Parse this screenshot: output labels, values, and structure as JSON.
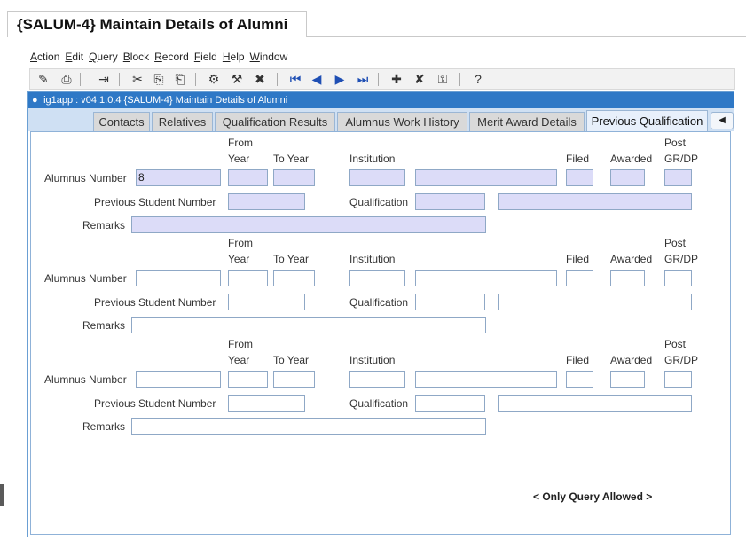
{
  "page_title": "{SALUM-4} Maintain Details of Alumni",
  "menu": [
    "Action",
    "Edit",
    "Query",
    "Block",
    "Record",
    "Field",
    "Help",
    "Window"
  ],
  "menu_underline": [
    "A",
    "E",
    "Q",
    "B",
    "R",
    "F",
    "H",
    "W"
  ],
  "toolbar_icons": [
    "save-icon",
    "print-icon",
    "exit-icon",
    "cut-icon",
    "copy-icon",
    "paste-icon",
    "enter-query-icon",
    "execute-query-icon",
    "cancel-query-icon",
    "first-record-icon",
    "previous-record-icon",
    "next-record-icon",
    "last-record-icon",
    "insert-record-icon",
    "delete-record-icon",
    "lock-record-icon",
    "help-icon"
  ],
  "window_title": "ig1app : v04.1.0.4  {SALUM-4} Maintain Details of Alumni",
  "tabs": [
    "Contacts",
    "Relatives",
    "Qualification Results",
    "Alumnus Work History",
    "Merit Award Details",
    "Previous Qualification"
  ],
  "active_tab": "Previous Qualification",
  "labels": {
    "from": "From",
    "year": "Year",
    "to_year": "To Year",
    "institution": "Institution",
    "filed": "Filed",
    "awarded": "Awarded",
    "post": "Post",
    "grdp": "GR/DP",
    "alumnus_number": "Alumnus Number",
    "previous_student_number": "Previous Student Number",
    "qualification": "Qualification",
    "remarks": "Remarks"
  },
  "records": [
    {
      "alumnus_number": "8",
      "query_mode": true
    },
    {
      "alumnus_number": "",
      "query_mode": false
    },
    {
      "alumnus_number": "",
      "query_mode": false
    }
  ],
  "status": "< Only Query Allowed >",
  "colors": {
    "titlebar": "#2e78c6",
    "query_field": "#dcdcf8",
    "tab_strip": "#cfe0f3"
  }
}
